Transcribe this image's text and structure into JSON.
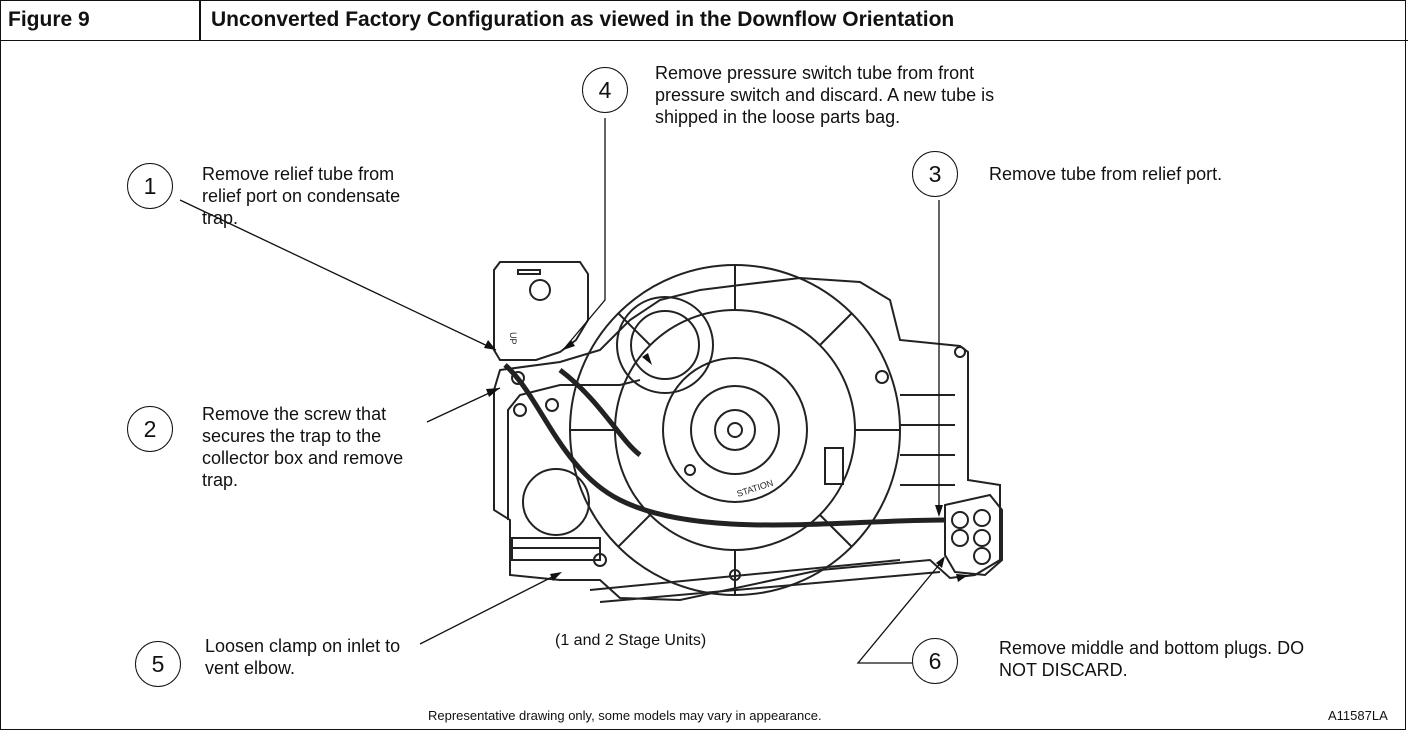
{
  "figure": {
    "number": "Figure 9",
    "title": "Unconverted Factory Configuration as viewed in the Downflow Orientation"
  },
  "callouts": [
    {
      "label": "1",
      "text": "Remove relief tube from relief port on condensate trap."
    },
    {
      "label": "2",
      "text": "Remove the screw that secures the trap to the collector box and remove trap."
    },
    {
      "label": "3",
      "text": "Remove tube from relief port."
    },
    {
      "label": "4",
      "text": "Remove pressure switch tube from front pressure switch and discard.  A new tube is shipped in the loose parts bag."
    },
    {
      "label": "5",
      "text": "Loosen clamp on inlet to vent elbow."
    },
    {
      "label": "6",
      "text": "Remove middle and bottom plugs.  DO NOT DISCARD."
    }
  ],
  "caption": "(1 and 2 Stage Units)",
  "footer": {
    "disclaimer": "Representative drawing only, some models may vary in appearance.",
    "code": "A11587LA"
  },
  "part_markings": {
    "arrow_label": "UP",
    "housing_label": "STATION"
  }
}
